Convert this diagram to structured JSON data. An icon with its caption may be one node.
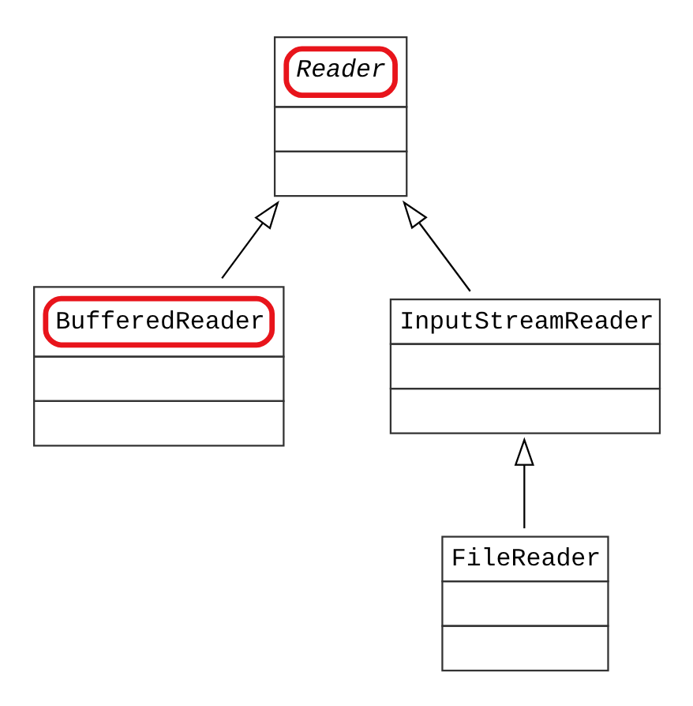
{
  "diagram": {
    "nodes": [
      {
        "text": [
          "Reader"
        ]
      },
      {
        "text": [
          "BufferedReader"
        ]
      },
      {
        "text": [
          "InputStreamReader"
        ]
      },
      {
        "text": [
          "FileReader"
        ]
      }
    ],
    "edges": [
      {
        "from": 1,
        "to": 0,
        "arrow": "to"
      },
      {
        "from": 2,
        "to": 0,
        "arrow": "to"
      },
      {
        "from": 3,
        "to": 2,
        "arrow": "to"
      }
    ]
  }
}
